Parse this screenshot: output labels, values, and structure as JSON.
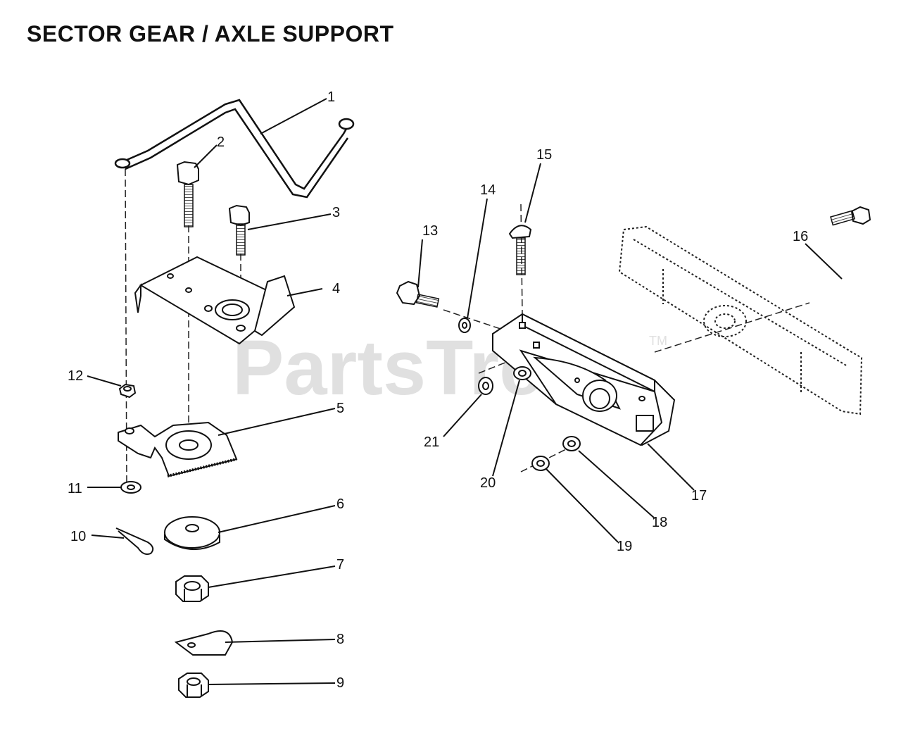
{
  "title": "SECTOR GEAR / AXLE SUPPORT",
  "watermark": {
    "text": "PartsTree",
    "tm": "TM"
  },
  "callouts": [
    "1",
    "2",
    "3",
    "4",
    "5",
    "6",
    "7",
    "8",
    "9",
    "10",
    "11",
    "12",
    "13",
    "14",
    "15",
    "16",
    "17",
    "18",
    "19",
    "20",
    "21"
  ]
}
